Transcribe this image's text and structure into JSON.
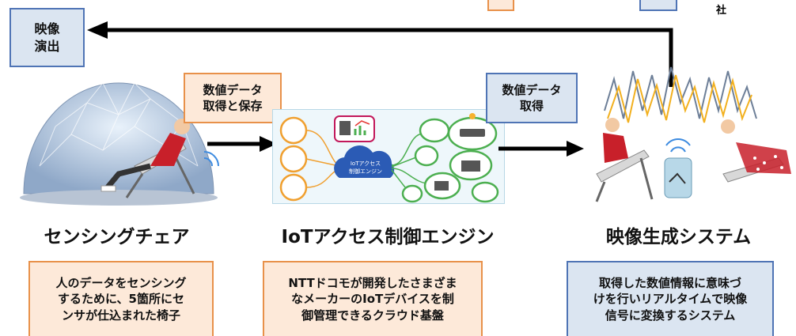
{
  "legend": {
    "partial_label": "社"
  },
  "output_box": "映像\n演出",
  "flow_labels": {
    "sensor_to_iot": "数値データ\n取得と保存",
    "iot_to_video": "数値データ\n取得"
  },
  "iot_cloud": {
    "line1": "IoTアクセス",
    "line2": "制御エンジン"
  },
  "components": [
    {
      "title": "センシングチェア",
      "description": "人のデータをセンシング\nするために、5箇所にセ\nンサが仕込まれた椅子"
    },
    {
      "title": "IoTアクセス制御エンジン",
      "description": "NTTドコモが開発したさまざま\nなメーカーのIoTデバイスを制\n御管理できるクラウド基盤"
    },
    {
      "title": "映像生成システム",
      "description": "取得した数値情報に意味づ\nけを行いリアルタイムで映像\n信号に変換するシステム"
    }
  ],
  "colors": {
    "orange_border": "#e8914a",
    "orange_fill": "#fde9d9",
    "blue_border": "#4f74b5",
    "blue_fill": "#dbe5f1",
    "chair_red": "#c8202a",
    "iot_orange": "#f0a030",
    "iot_green": "#4caf50",
    "cloud_blue": "#2b5bb5"
  }
}
